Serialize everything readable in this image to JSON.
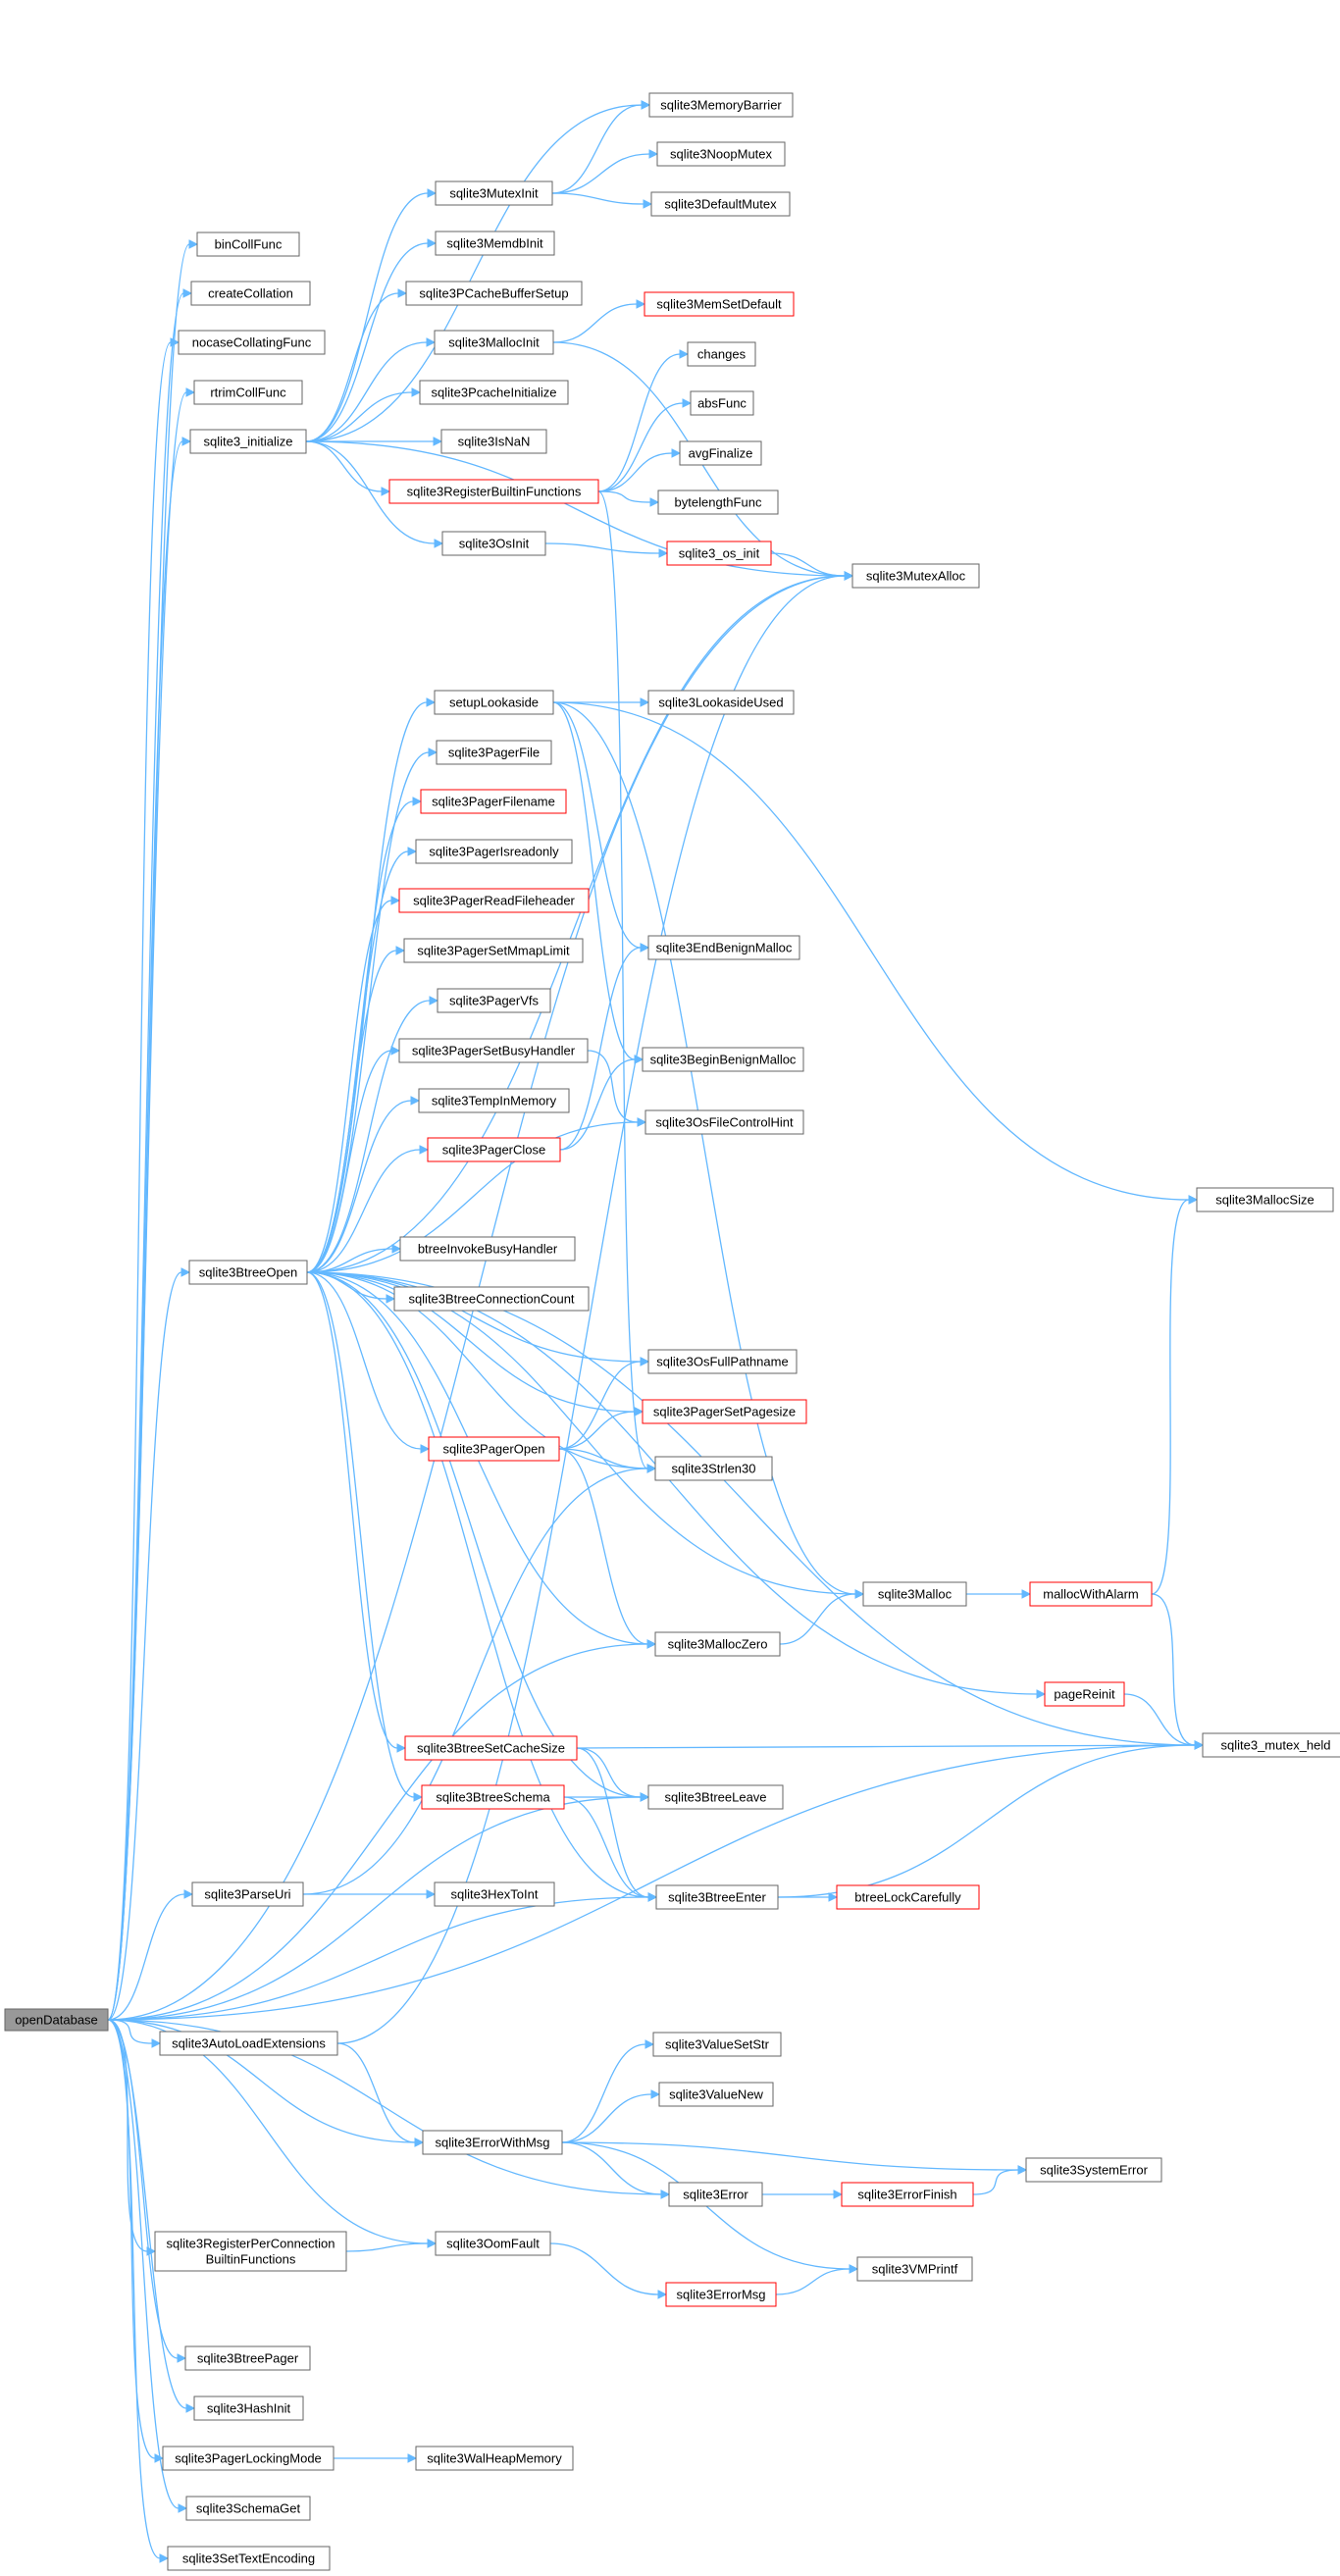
{
  "graph": {
    "root": "openDatabase",
    "nodes": [
      {
        "id": "openDatabase",
        "label": "openDatabase",
        "style": "root"
      },
      {
        "id": "binCollFunc",
        "label": "binCollFunc",
        "style": "normal"
      },
      {
        "id": "createCollation",
        "label": "createCollation",
        "style": "normal"
      },
      {
        "id": "nocaseCollatingFunc",
        "label": "nocaseCollatingFunc",
        "style": "normal"
      },
      {
        "id": "rtrimCollFunc",
        "label": "rtrimCollFunc",
        "style": "normal"
      },
      {
        "id": "sqlite3_initialize",
        "label": "sqlite3_initialize",
        "style": "normal"
      },
      {
        "id": "sqlite3BtreeOpen",
        "label": "sqlite3BtreeOpen",
        "style": "normal"
      },
      {
        "id": "sqlite3ParseUri",
        "label": "sqlite3ParseUri",
        "style": "normal"
      },
      {
        "id": "sqlite3AutoLoadExtensions",
        "label": "sqlite3AutoLoadExtensions",
        "style": "normal"
      },
      {
        "id": "sqlite3RegisterPerConnectionBuiltinFunctions",
        "label": "sqlite3RegisterPerConnection\nBuiltinFunctions",
        "style": "normal"
      },
      {
        "id": "sqlite3BtreePager",
        "label": "sqlite3BtreePager",
        "style": "normal"
      },
      {
        "id": "sqlite3HashInit",
        "label": "sqlite3HashInit",
        "style": "normal"
      },
      {
        "id": "sqlite3PagerLockingMode",
        "label": "sqlite3PagerLockingMode",
        "style": "normal"
      },
      {
        "id": "sqlite3SchemaGet",
        "label": "sqlite3SchemaGet",
        "style": "normal"
      },
      {
        "id": "sqlite3SetTextEncoding",
        "label": "sqlite3SetTextEncoding",
        "style": "normal"
      },
      {
        "id": "sqlite3MutexInit",
        "label": "sqlite3MutexInit",
        "style": "normal"
      },
      {
        "id": "sqlite3MemdbInit",
        "label": "sqlite3MemdbInit",
        "style": "normal"
      },
      {
        "id": "sqlite3PCacheBufferSetup",
        "label": "sqlite3PCacheBufferSetup",
        "style": "normal"
      },
      {
        "id": "sqlite3MallocInit",
        "label": "sqlite3MallocInit",
        "style": "normal"
      },
      {
        "id": "sqlite3PcacheInitialize",
        "label": "sqlite3PcacheInitialize",
        "style": "normal"
      },
      {
        "id": "sqlite3IsNaN",
        "label": "sqlite3IsNaN",
        "style": "normal"
      },
      {
        "id": "sqlite3RegisterBuiltinFunctions",
        "label": "sqlite3RegisterBuiltinFunctions",
        "style": "red"
      },
      {
        "id": "sqlite3OsInit",
        "label": "sqlite3OsInit",
        "style": "normal"
      },
      {
        "id": "setupLookaside",
        "label": "setupLookaside",
        "style": "normal"
      },
      {
        "id": "sqlite3PagerFile",
        "label": "sqlite3PagerFile",
        "style": "normal"
      },
      {
        "id": "sqlite3PagerFilename",
        "label": "sqlite3PagerFilename",
        "style": "red"
      },
      {
        "id": "sqlite3PagerIsreadonly",
        "label": "sqlite3PagerIsreadonly",
        "style": "normal"
      },
      {
        "id": "sqlite3PagerReadFileheader",
        "label": "sqlite3PagerReadFileheader",
        "style": "red"
      },
      {
        "id": "sqlite3PagerSetMmapLimit",
        "label": "sqlite3PagerSetMmapLimit",
        "style": "normal"
      },
      {
        "id": "sqlite3PagerVfs",
        "label": "sqlite3PagerVfs",
        "style": "normal"
      },
      {
        "id": "sqlite3PagerSetBusyHandler",
        "label": "sqlite3PagerSetBusyHandler",
        "style": "normal"
      },
      {
        "id": "sqlite3TempInMemory",
        "label": "sqlite3TempInMemory",
        "style": "normal"
      },
      {
        "id": "sqlite3PagerClose",
        "label": "sqlite3PagerClose",
        "style": "red"
      },
      {
        "id": "btreeInvokeBusyHandler",
        "label": "btreeInvokeBusyHandler",
        "style": "normal"
      },
      {
        "id": "sqlite3BtreeConnectionCount",
        "label": "sqlite3BtreeConnectionCount",
        "style": "normal"
      },
      {
        "id": "sqlite3PagerOpen",
        "label": "sqlite3PagerOpen",
        "style": "red"
      },
      {
        "id": "sqlite3BtreeSetCacheSize",
        "label": "sqlite3BtreeSetCacheSize",
        "style": "red"
      },
      {
        "id": "sqlite3BtreeSchema",
        "label": "sqlite3BtreeSchema",
        "style": "red"
      },
      {
        "id": "sqlite3HexToInt",
        "label": "sqlite3HexToInt",
        "style": "normal"
      },
      {
        "id": "sqlite3ErrorWithMsg",
        "label": "sqlite3ErrorWithMsg",
        "style": "normal"
      },
      {
        "id": "sqlite3OomFault",
        "label": "sqlite3OomFault",
        "style": "normal"
      },
      {
        "id": "sqlite3WalHeapMemory",
        "label": "sqlite3WalHeapMemory",
        "style": "normal"
      },
      {
        "id": "sqlite3MemoryBarrier",
        "label": "sqlite3MemoryBarrier",
        "style": "normal"
      },
      {
        "id": "sqlite3NoopMutex",
        "label": "sqlite3NoopMutex",
        "style": "normal"
      },
      {
        "id": "sqlite3DefaultMutex",
        "label": "sqlite3DefaultMutex",
        "style": "normal"
      },
      {
        "id": "sqlite3MemSetDefault",
        "label": "sqlite3MemSetDefault",
        "style": "red"
      },
      {
        "id": "changes",
        "label": "changes",
        "style": "normal"
      },
      {
        "id": "absFunc",
        "label": "absFunc",
        "style": "normal"
      },
      {
        "id": "avgFinalize",
        "label": "avgFinalize",
        "style": "normal"
      },
      {
        "id": "bytelengthFunc",
        "label": "bytelengthFunc",
        "style": "normal"
      },
      {
        "id": "sqlite3_os_init",
        "label": "sqlite3_os_init",
        "style": "red"
      },
      {
        "id": "sqlite3LookasideUsed",
        "label": "sqlite3LookasideUsed",
        "style": "normal"
      },
      {
        "id": "sqlite3EndBenignMalloc",
        "label": "sqlite3EndBenignMalloc",
        "style": "normal"
      },
      {
        "id": "sqlite3BeginBenignMalloc",
        "label": "sqlite3BeginBenignMalloc",
        "style": "normal"
      },
      {
        "id": "sqlite3OsFileControlHint",
        "label": "sqlite3OsFileControlHint",
        "style": "normal"
      },
      {
        "id": "sqlite3OsFullPathname",
        "label": "sqlite3OsFullPathname",
        "style": "normal"
      },
      {
        "id": "sqlite3PagerSetPagesize",
        "label": "sqlite3PagerSetPagesize",
        "style": "red"
      },
      {
        "id": "sqlite3Strlen30",
        "label": "sqlite3Strlen30",
        "style": "normal"
      },
      {
        "id": "sqlite3MallocZero",
        "label": "sqlite3MallocZero",
        "style": "normal"
      },
      {
        "id": "sqlite3BtreeLeave",
        "label": "sqlite3BtreeLeave",
        "style": "normal"
      },
      {
        "id": "sqlite3BtreeEnter",
        "label": "sqlite3BtreeEnter",
        "style": "normal"
      },
      {
        "id": "sqlite3ValueSetStr",
        "label": "sqlite3ValueSetStr",
        "style": "normal"
      },
      {
        "id": "sqlite3ValueNew",
        "label": "sqlite3ValueNew",
        "style": "normal"
      },
      {
        "id": "sqlite3Error",
        "label": "sqlite3Error",
        "style": "normal"
      },
      {
        "id": "sqlite3ErrorMsg",
        "label": "sqlite3ErrorMsg",
        "style": "red"
      },
      {
        "id": "sqlite3MutexAlloc",
        "label": "sqlite3MutexAlloc",
        "style": "normal"
      },
      {
        "id": "sqlite3Malloc",
        "label": "sqlite3Malloc",
        "style": "normal"
      },
      {
        "id": "pageReinit",
        "label": "pageReinit",
        "style": "red"
      },
      {
        "id": "btreeLockCarefully",
        "label": "btreeLockCarefully",
        "style": "red"
      },
      {
        "id": "sqlite3ErrorFinish",
        "label": "sqlite3ErrorFinish",
        "style": "red"
      },
      {
        "id": "sqlite3VMPrintf",
        "label": "sqlite3VMPrintf",
        "style": "normal"
      },
      {
        "id": "sqlite3MallocSize",
        "label": "sqlite3MallocSize",
        "style": "normal"
      },
      {
        "id": "mallocWithAlarm",
        "label": "mallocWithAlarm",
        "style": "red"
      },
      {
        "id": "sqlite3_mutex_held",
        "label": "sqlite3_mutex_held",
        "style": "normal"
      },
      {
        "id": "sqlite3SystemError",
        "label": "sqlite3SystemError",
        "style": "normal"
      }
    ],
    "edges": [
      [
        "openDatabase",
        "binCollFunc"
      ],
      [
        "openDatabase",
        "createCollation"
      ],
      [
        "openDatabase",
        "nocaseCollatingFunc"
      ],
      [
        "openDatabase",
        "rtrimCollFunc"
      ],
      [
        "openDatabase",
        "sqlite3_initialize"
      ],
      [
        "openDatabase",
        "sqlite3MutexAlloc"
      ],
      [
        "openDatabase",
        "sqlite3BtreeOpen"
      ],
      [
        "openDatabase",
        "sqlite3ParseUri"
      ],
      [
        "openDatabase",
        "sqlite3MallocZero"
      ],
      [
        "openDatabase",
        "sqlite3BtreeLeave"
      ],
      [
        "openDatabase",
        "sqlite3BtreeEnter"
      ],
      [
        "openDatabase",
        "sqlite3AutoLoadExtensions"
      ],
      [
        "openDatabase",
        "sqlite3ErrorWithMsg"
      ],
      [
        "openDatabase",
        "sqlite3Error"
      ],
      [
        "openDatabase",
        "sqlite3OomFault"
      ],
      [
        "openDatabase",
        "sqlite3RegisterPerConnectionBuiltinFunctions"
      ],
      [
        "openDatabase",
        "sqlite3BtreePager"
      ],
      [
        "openDatabase",
        "sqlite3HashInit"
      ],
      [
        "openDatabase",
        "sqlite3PagerLockingMode"
      ],
      [
        "openDatabase",
        "sqlite3SchemaGet"
      ],
      [
        "openDatabase",
        "sqlite3SetTextEncoding"
      ],
      [
        "openDatabase",
        "sqlite3_mutex_held"
      ],
      [
        "sqlite3_initialize",
        "sqlite3MutexInit"
      ],
      [
        "sqlite3_initialize",
        "sqlite3MemdbInit"
      ],
      [
        "sqlite3_initialize",
        "sqlite3PCacheBufferSetup"
      ],
      [
        "sqlite3_initialize",
        "sqlite3MallocInit"
      ],
      [
        "sqlite3_initialize",
        "sqlite3PcacheInitialize"
      ],
      [
        "sqlite3_initialize",
        "sqlite3IsNaN"
      ],
      [
        "sqlite3_initialize",
        "sqlite3RegisterBuiltinFunctions"
      ],
      [
        "sqlite3_initialize",
        "sqlite3OsInit"
      ],
      [
        "sqlite3_initialize",
        "sqlite3MemoryBarrier"
      ],
      [
        "sqlite3_initialize",
        "sqlite3MutexAlloc"
      ],
      [
        "sqlite3MutexInit",
        "sqlite3MemoryBarrier"
      ],
      [
        "sqlite3MutexInit",
        "sqlite3NoopMutex"
      ],
      [
        "sqlite3MutexInit",
        "sqlite3DefaultMutex"
      ],
      [
        "sqlite3MallocInit",
        "sqlite3MemSetDefault"
      ],
      [
        "sqlite3MallocInit",
        "sqlite3MutexAlloc"
      ],
      [
        "sqlite3RegisterBuiltinFunctions",
        "changes"
      ],
      [
        "sqlite3RegisterBuiltinFunctions",
        "absFunc"
      ],
      [
        "sqlite3RegisterBuiltinFunctions",
        "avgFinalize"
      ],
      [
        "sqlite3RegisterBuiltinFunctions",
        "bytelengthFunc"
      ],
      [
        "sqlite3RegisterBuiltinFunctions",
        "sqlite3Strlen30"
      ],
      [
        "sqlite3OsInit",
        "sqlite3_os_init"
      ],
      [
        "sqlite3_os_init",
        "sqlite3MutexAlloc"
      ],
      [
        "sqlite3BtreeOpen",
        "sqlite3MutexAlloc"
      ],
      [
        "sqlite3BtreeOpen",
        "setupLookaside"
      ],
      [
        "sqlite3BtreeOpen",
        "sqlite3PagerFile"
      ],
      [
        "sqlite3BtreeOpen",
        "sqlite3PagerFilename"
      ],
      [
        "sqlite3BtreeOpen",
        "sqlite3PagerIsreadonly"
      ],
      [
        "sqlite3BtreeOpen",
        "sqlite3PagerReadFileheader"
      ],
      [
        "sqlite3BtreeOpen",
        "sqlite3PagerSetMmapLimit"
      ],
      [
        "sqlite3BtreeOpen",
        "sqlite3PagerVfs"
      ],
      [
        "sqlite3BtreeOpen",
        "sqlite3PagerSetBusyHandler"
      ],
      [
        "sqlite3BtreeOpen",
        "sqlite3TempInMemory"
      ],
      [
        "sqlite3BtreeOpen",
        "sqlite3PagerClose"
      ],
      [
        "sqlite3BtreeOpen",
        "sqlite3OsFileControlHint"
      ],
      [
        "sqlite3BtreeOpen",
        "btreeInvokeBusyHandler"
      ],
      [
        "sqlite3BtreeOpen",
        "sqlite3BtreeConnectionCount"
      ],
      [
        "sqlite3BtreeOpen",
        "sqlite3OsFullPathname"
      ],
      [
        "sqlite3BtreeOpen",
        "sqlite3PagerSetPagesize"
      ],
      [
        "sqlite3BtreeOpen",
        "sqlite3PagerOpen"
      ],
      [
        "sqlite3BtreeOpen",
        "sqlite3Strlen30"
      ],
      [
        "sqlite3BtreeOpen",
        "sqlite3Malloc"
      ],
      [
        "sqlite3BtreeOpen",
        "sqlite3MallocZero"
      ],
      [
        "sqlite3BtreeOpen",
        "pageReinit"
      ],
      [
        "sqlite3BtreeOpen",
        "sqlite3BtreeSetCacheSize"
      ],
      [
        "sqlite3BtreeOpen",
        "sqlite3BtreeSchema"
      ],
      [
        "sqlite3BtreeOpen",
        "sqlite3BtreeLeave"
      ],
      [
        "sqlite3BtreeOpen",
        "sqlite3BtreeEnter"
      ],
      [
        "sqlite3BtreeOpen",
        "sqlite3_mutex_held"
      ],
      [
        "setupLookaside",
        "sqlite3LookasideUsed"
      ],
      [
        "setupLookaside",
        "sqlite3EndBenignMalloc"
      ],
      [
        "setupLookaside",
        "sqlite3BeginBenignMalloc"
      ],
      [
        "setupLookaside",
        "sqlite3MallocSize"
      ],
      [
        "setupLookaside",
        "sqlite3Malloc"
      ],
      [
        "sqlite3PagerSetBusyHandler",
        "sqlite3OsFileControlHint"
      ],
      [
        "sqlite3PagerClose",
        "sqlite3EndBenignMalloc"
      ],
      [
        "sqlite3PagerClose",
        "sqlite3BeginBenignMalloc"
      ],
      [
        "sqlite3PagerOpen",
        "sqlite3OsFullPathname"
      ],
      [
        "sqlite3PagerOpen",
        "sqlite3PagerSetPagesize"
      ],
      [
        "sqlite3PagerOpen",
        "sqlite3Strlen30"
      ],
      [
        "sqlite3PagerOpen",
        "sqlite3MallocZero"
      ],
      [
        "sqlite3MallocZero",
        "sqlite3Malloc"
      ],
      [
        "sqlite3Malloc",
        "mallocWithAlarm"
      ],
      [
        "mallocWithAlarm",
        "sqlite3MallocSize"
      ],
      [
        "mallocWithAlarm",
        "sqlite3_mutex_held"
      ],
      [
        "pageReinit",
        "sqlite3_mutex_held"
      ],
      [
        "sqlite3BtreeSetCacheSize",
        "sqlite3_mutex_held"
      ],
      [
        "sqlite3BtreeSetCacheSize",
        "sqlite3BtreeLeave"
      ],
      [
        "sqlite3BtreeSetCacheSize",
        "sqlite3BtreeEnter"
      ],
      [
        "sqlite3BtreeSchema",
        "sqlite3BtreeLeave"
      ],
      [
        "sqlite3BtreeSchema",
        "sqlite3BtreeEnter"
      ],
      [
        "sqlite3BtreeEnter",
        "btreeLockCarefully"
      ],
      [
        "sqlite3BtreeEnter",
        "sqlite3_mutex_held"
      ],
      [
        "sqlite3ParseUri",
        "sqlite3HexToInt"
      ],
      [
        "sqlite3ParseUri",
        "sqlite3Strlen30"
      ],
      [
        "sqlite3AutoLoadExtensions",
        "sqlite3ErrorWithMsg"
      ],
      [
        "sqlite3AutoLoadExtensions",
        "sqlite3MutexAlloc"
      ],
      [
        "sqlite3ErrorWithMsg",
        "sqlite3ValueSetStr"
      ],
      [
        "sqlite3ErrorWithMsg",
        "sqlite3ValueNew"
      ],
      [
        "sqlite3ErrorWithMsg",
        "sqlite3SystemError"
      ],
      [
        "sqlite3ErrorWithMsg",
        "sqlite3Error"
      ],
      [
        "sqlite3ErrorWithMsg",
        "sqlite3VMPrintf"
      ],
      [
        "sqlite3Error",
        "sqlite3ErrorFinish"
      ],
      [
        "sqlite3ErrorFinish",
        "sqlite3SystemError"
      ],
      [
        "sqlite3RegisterPerConnectionBuiltinFunctions",
        "sqlite3OomFault"
      ],
      [
        "sqlite3OomFault",
        "sqlite3ErrorMsg"
      ],
      [
        "sqlite3ErrorMsg",
        "sqlite3VMPrintf"
      ],
      [
        "sqlite3PagerLockingMode",
        "sqlite3WalHeapMemory"
      ]
    ]
  }
}
